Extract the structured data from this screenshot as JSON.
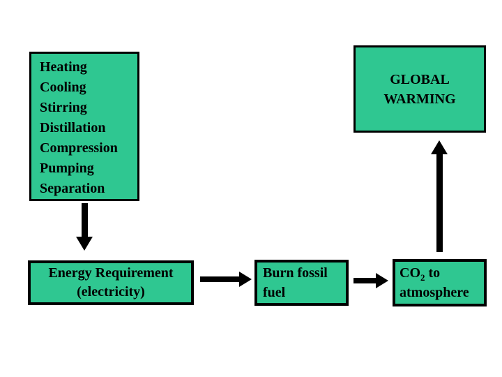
{
  "colors": {
    "slide_background": "#ffffff",
    "box_fill": "#2fc791",
    "box_border": "#000000",
    "text": "#000000",
    "arrow": "#000000"
  },
  "diagram": {
    "process_list_box": {
      "lines": [
        "Heating",
        "Cooling",
        "Stirring",
        "Distillation",
        "Compression",
        "Pumping",
        "Separation"
      ]
    },
    "global_warming_box": {
      "lines": [
        "GLOBAL",
        "WARMING"
      ]
    },
    "energy_box": {
      "line1": "Energy Requirement",
      "line2": "(electricity)"
    },
    "burn_box": {
      "line1": "Burn fossil",
      "line2": "fuel"
    },
    "co2_box": {
      "text_pre": "CO",
      "text_sub": "2",
      "text_post": " to",
      "line2": "atmosphere"
    }
  }
}
